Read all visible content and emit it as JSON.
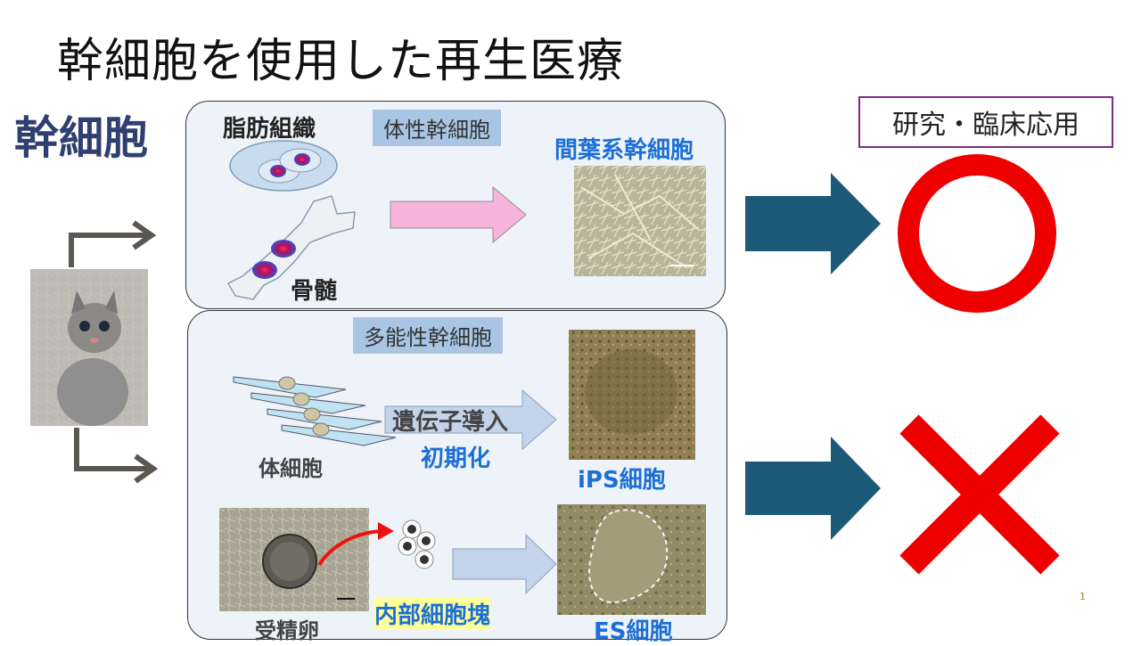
{
  "slide": {
    "title": "幹細胞を使用した再生医療",
    "side_label": "幹細胞",
    "page_number": "1"
  },
  "top_panel": {
    "tag": "体性幹細胞",
    "adipose_label": "脂肪組織",
    "marrow_label": "骨髄",
    "result_label": "間葉系幹細胞"
  },
  "bottom_panel": {
    "tag": "多能性幹細胞",
    "gene_label": "遺伝子導入",
    "reprogram_label": "初期化",
    "somatic_label": "体細胞",
    "ips_label": "iPS細胞",
    "egg_label": "受精卵",
    "icm_label": "内部細胞塊",
    "es_label": "ES細胞"
  },
  "outcome": {
    "header": "研究・臨床応用",
    "top_symbol": "circle",
    "bottom_symbol": "cross"
  },
  "colors": {
    "title_blue": "#2f3f6f",
    "label_blue": "#1c6fd6",
    "tag_bg": "#a8c6e4",
    "arrow_teal": "#1c5a78",
    "mark_red": "#ee0000",
    "pink_arrow": "#f7b4dd"
  },
  "icons": [
    "kitten-photo",
    "bracket-arrow-up",
    "bracket-arrow-down",
    "cell-icon",
    "bone-icon",
    "microscope-image",
    "circle-mark-icon",
    "cross-mark-icon"
  ]
}
